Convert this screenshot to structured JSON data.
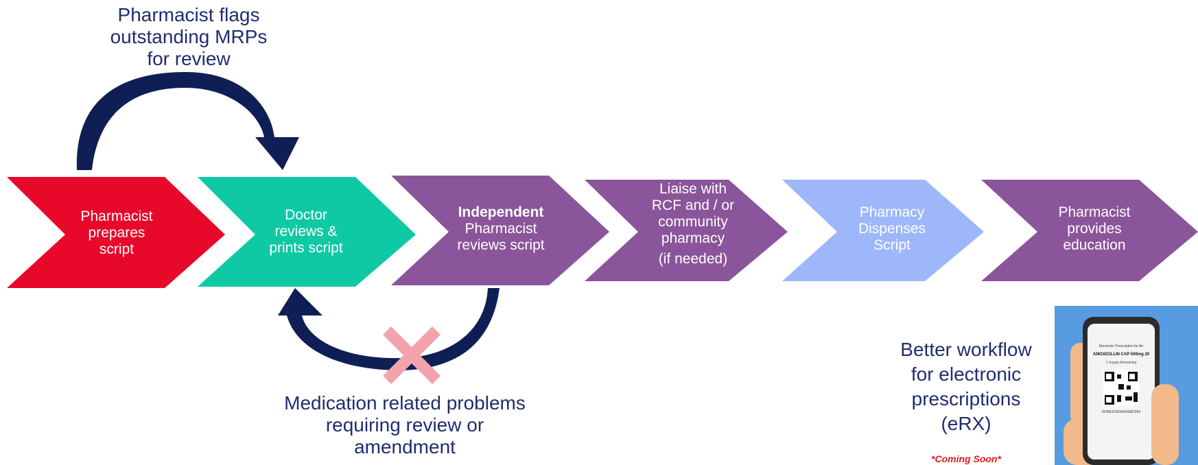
{
  "top_note": {
    "line1": "Pharmacist flags",
    "line2": "outstanding MRPs",
    "line3": "for review"
  },
  "steps": [
    {
      "label_lines": [
        "Pharmacist",
        "prepares",
        "script"
      ],
      "color": "#e8092a"
    },
    {
      "label_lines": [
        "Doctor",
        "reviews &",
        "prints script"
      ],
      "color": "#0fc9a4"
    },
    {
      "label_bold": "Independent",
      "label_lines": [
        "Pharmacist",
        "reviews script"
      ],
      "color": "#8a559a"
    },
    {
      "label_lines": [
        "Liaise with",
        "RCF and / or",
        "community",
        "pharmacy"
      ],
      "label_extra": "(if needed)",
      "color": "#8a559a"
    },
    {
      "label_lines": [
        "Pharmacy",
        "Dispenses",
        "Script"
      ],
      "color": "#9db7fa"
    },
    {
      "label_lines": [
        "Pharmacist",
        "provides",
        "education"
      ],
      "color": "#8a559a"
    }
  ],
  "bottom_note": {
    "line1": "Medication related problems",
    "line2": "requiring review or",
    "line3": "amendment"
  },
  "erx": {
    "line1": "Better workflow",
    "line2": "for electronic",
    "line3": "prescriptions",
    "line4": "(eRX)",
    "coming_soon": "*Coming Soon*"
  },
  "phone": {
    "header": "Electronic Prescription for Ari",
    "drug": "AMOXICILLIN CAP 500mg 20",
    "repeats": "1 Supply Remaining",
    "code": "0045E1D6DAD4SMC654"
  },
  "colors": {
    "arrow": "#0f1f55",
    "cross": "#f4a3ad",
    "note": "#1f2d6e"
  }
}
